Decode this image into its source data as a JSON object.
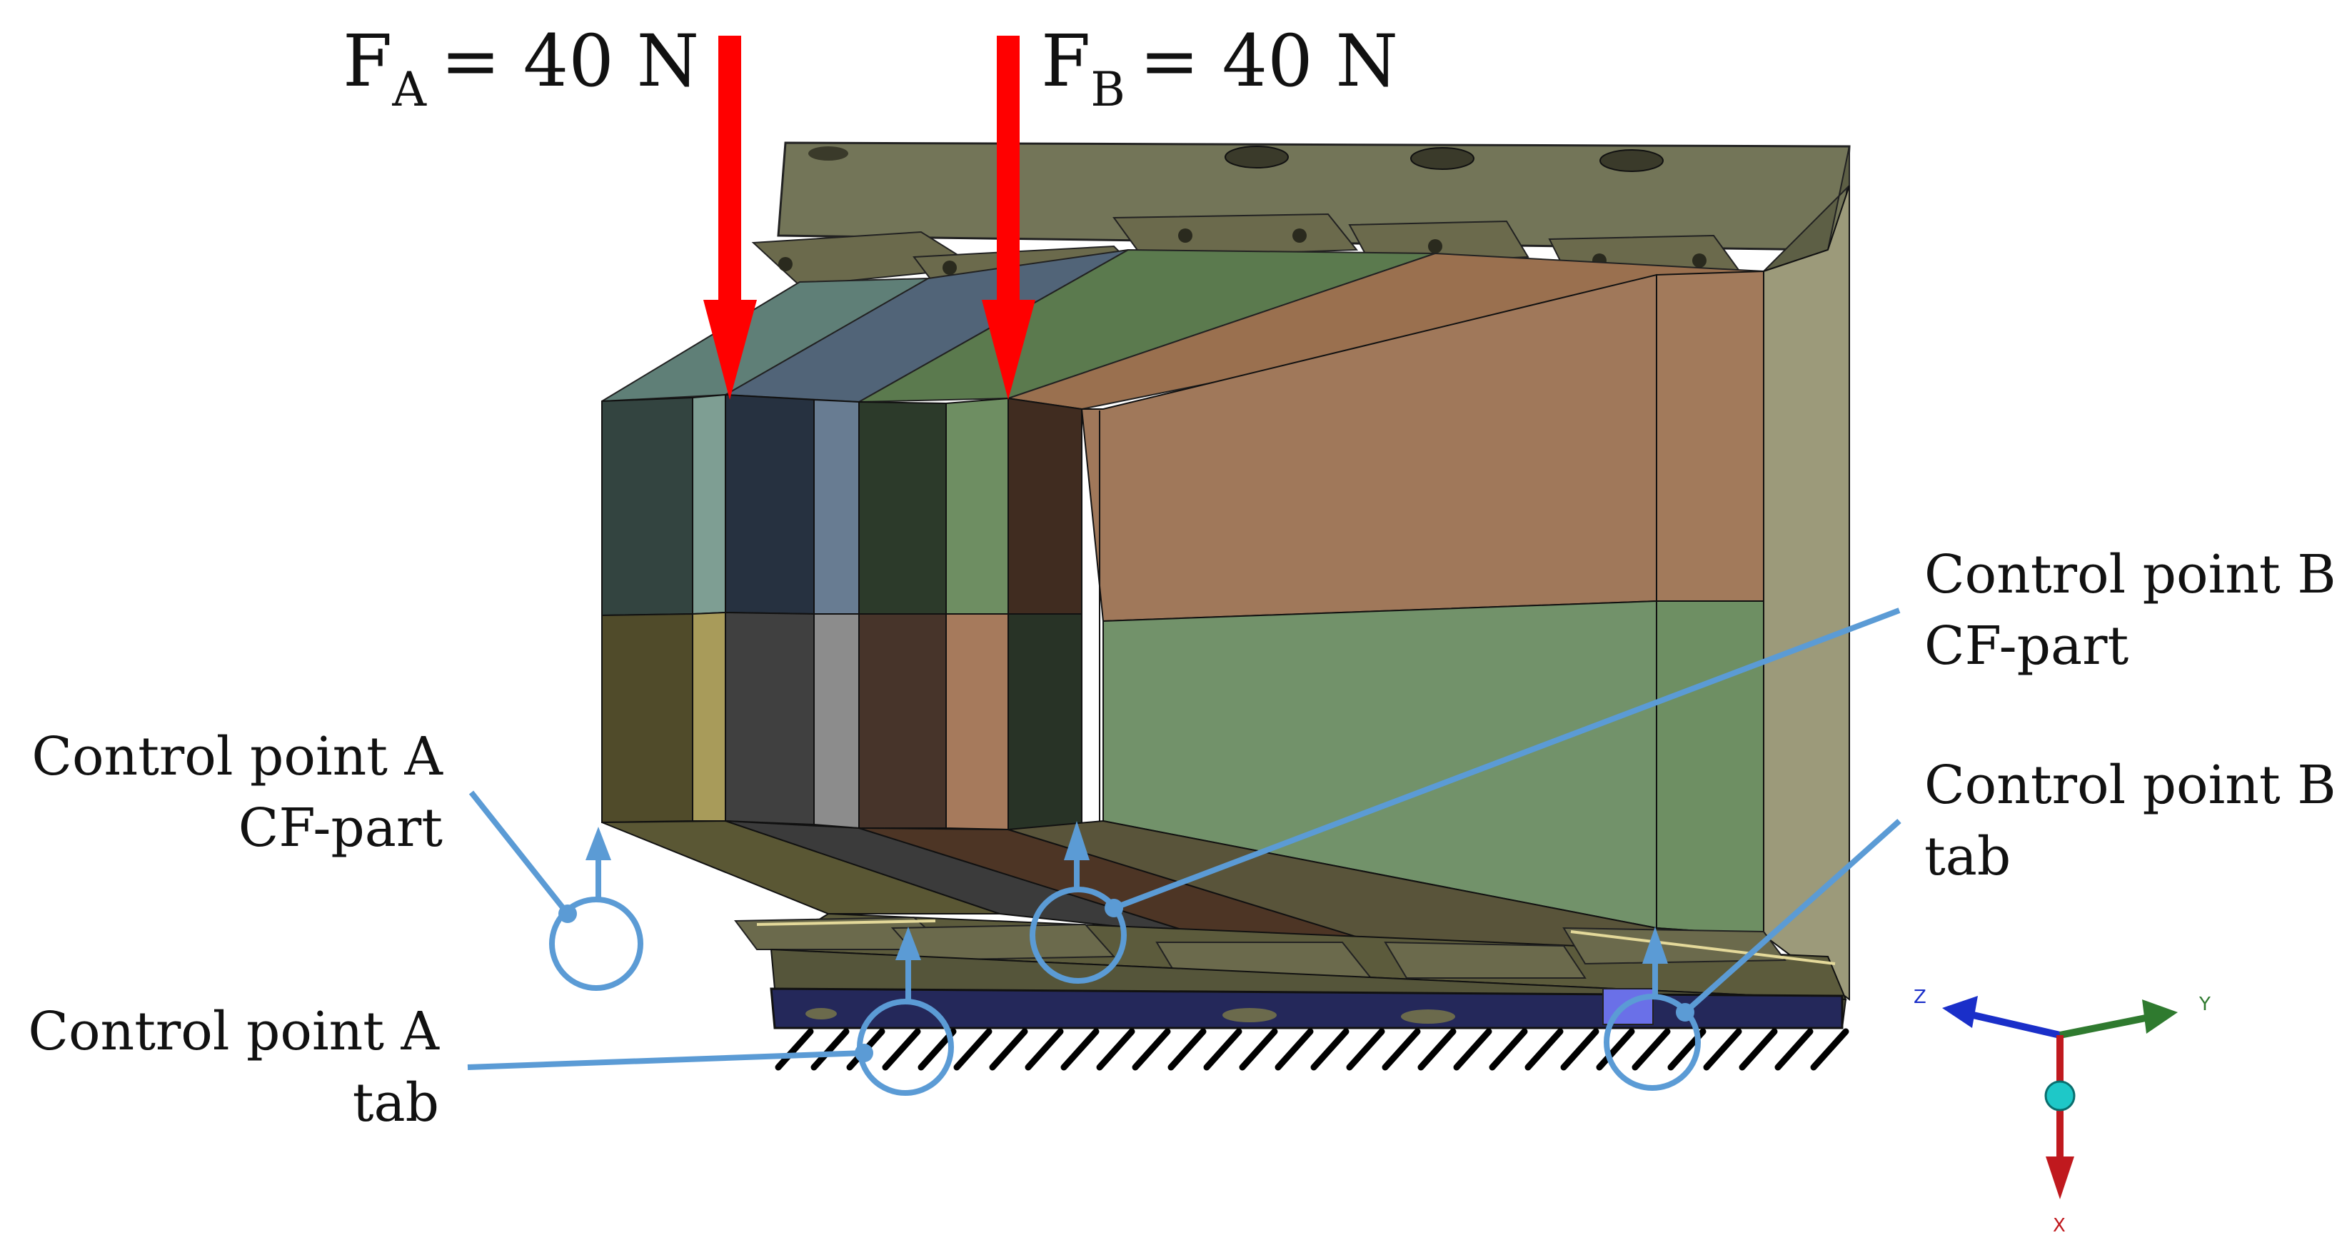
{
  "forces": {
    "a": {
      "base": "F",
      "sub": "A",
      "value": "= 40 N"
    },
    "b": {
      "base": "F",
      "sub": "B",
      "value": "= 40 N"
    }
  },
  "callouts": {
    "a_cf": {
      "line1": "Control point A",
      "line2": "CF-part"
    },
    "a_tab": {
      "line1": "Control point A",
      "line2": "tab"
    },
    "b_cf": {
      "line1": "Control point B",
      "line2": "CF-part"
    },
    "b_tab": {
      "line1": "Control point B",
      "line2": "tab"
    }
  },
  "triad": {
    "x": "X",
    "y": "Y",
    "z": "Z"
  },
  "colors": {
    "force_arrow": "#ff0000",
    "callout": "#5b9bd5",
    "axis_x": "#c0191e",
    "axis_y": "#2f7a2f",
    "axis_z": "#1a2fc9"
  }
}
